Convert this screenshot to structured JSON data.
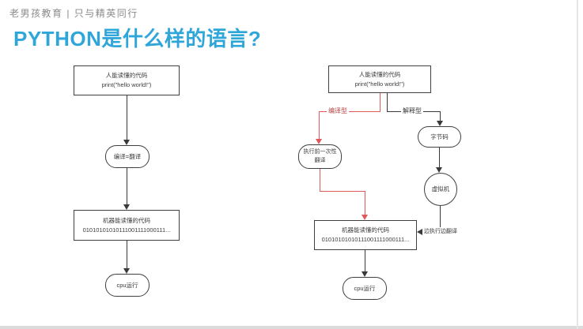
{
  "slide": {
    "brand": "老男孩教育 | 只与精英同行",
    "title": "PYTHON是什么样的语言?"
  },
  "left_flow": {
    "source_line1": "人能读懂的代码",
    "source_line2": "print(\"hello world!\")",
    "compile": "编译=翻译",
    "machine_line1": "机器能读懂的代码",
    "machine_line2": "01010101010111001111000111...",
    "cpu": "cpu运行"
  },
  "right_flow": {
    "source_line1": "人能读懂的代码",
    "source_line2": "print(\"hello world!\")",
    "label_compiled": "编译型",
    "label_interpreted": "解释型",
    "pretranslate_line1": "执行前一次性",
    "pretranslate_line2": "翻译",
    "bytecode": "字节码",
    "vm": "虚拟机",
    "machine_line1": "机器能读懂的代码",
    "machine_line2": "01010101010111001111000111...",
    "label_runtime": "边执行边翻译",
    "cpu": "cpu运行"
  },
  "colors": {
    "title_accent": "#2fa6d9",
    "flow_line": "#3a3a3a",
    "branch_red": "#e05858",
    "brand_gray": "#8a8a8a"
  }
}
